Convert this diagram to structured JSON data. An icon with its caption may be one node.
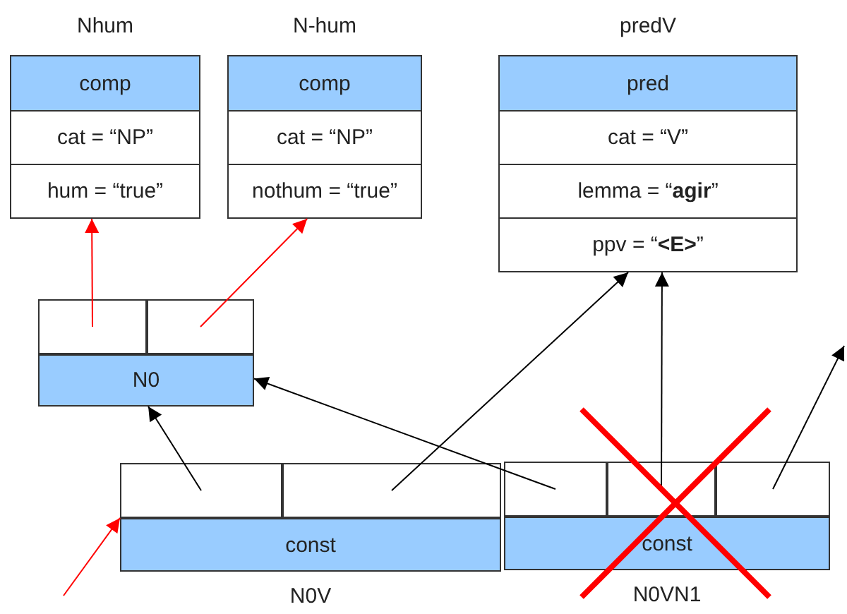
{
  "diagram": {
    "nodes": [
      {
        "text": [
          "Nhum",
          "comp",
          "cat = “NP”",
          "hum = “true”"
        ]
      },
      {
        "text": [
          "N-hum",
          "comp",
          "cat = “NP”",
          "nothum = “true”"
        ]
      },
      {
        "text": [
          "predV",
          "pred",
          "cat = “V”",
          "lemma = “**agir**”",
          "ppv = “**<E>**”"
        ]
      },
      {
        "text": [
          "N0"
        ]
      },
      {
        "text": [],
        "shape": "box",
        "in": 3
      },
      {
        "text": [],
        "shape": "box",
        "in": 3
      },
      {
        "text": [
          "const",
          "N0V"
        ]
      },
      {
        "text": [],
        "shape": "box",
        "in": 6
      },
      {
        "text": [],
        "shape": "box",
        "in": 6
      },
      {
        "text": [
          "const",
          "N0VN1"
        ]
      },
      {
        "text": [],
        "shape": "box",
        "in": 9
      },
      {
        "text": [],
        "shape": "box",
        "in": 9
      },
      {
        "text": [],
        "shape": "box",
        "in": 9
      }
    ],
    "edges": [
      {
        "from": 4,
        "to": 0,
        "arrow": "to",
        "color": "#ff0000"
      },
      {
        "from": 5,
        "to": 1,
        "arrow": "to",
        "color": "#ff0000"
      },
      {
        "from": 7,
        "to": 3,
        "arrow": "to"
      },
      {
        "from": 8,
        "to": 2,
        "arrow": "to"
      },
      {
        "from": 10,
        "to": 3,
        "arrow": "to"
      },
      {
        "from": 11,
        "to": 2,
        "arrow": "to"
      },
      {
        "from": 12,
        "to": null,
        "arrow": "to"
      },
      {
        "from": null,
        "to": 6,
        "arrow": "to",
        "color": "#ff0000"
      }
    ]
  }
}
